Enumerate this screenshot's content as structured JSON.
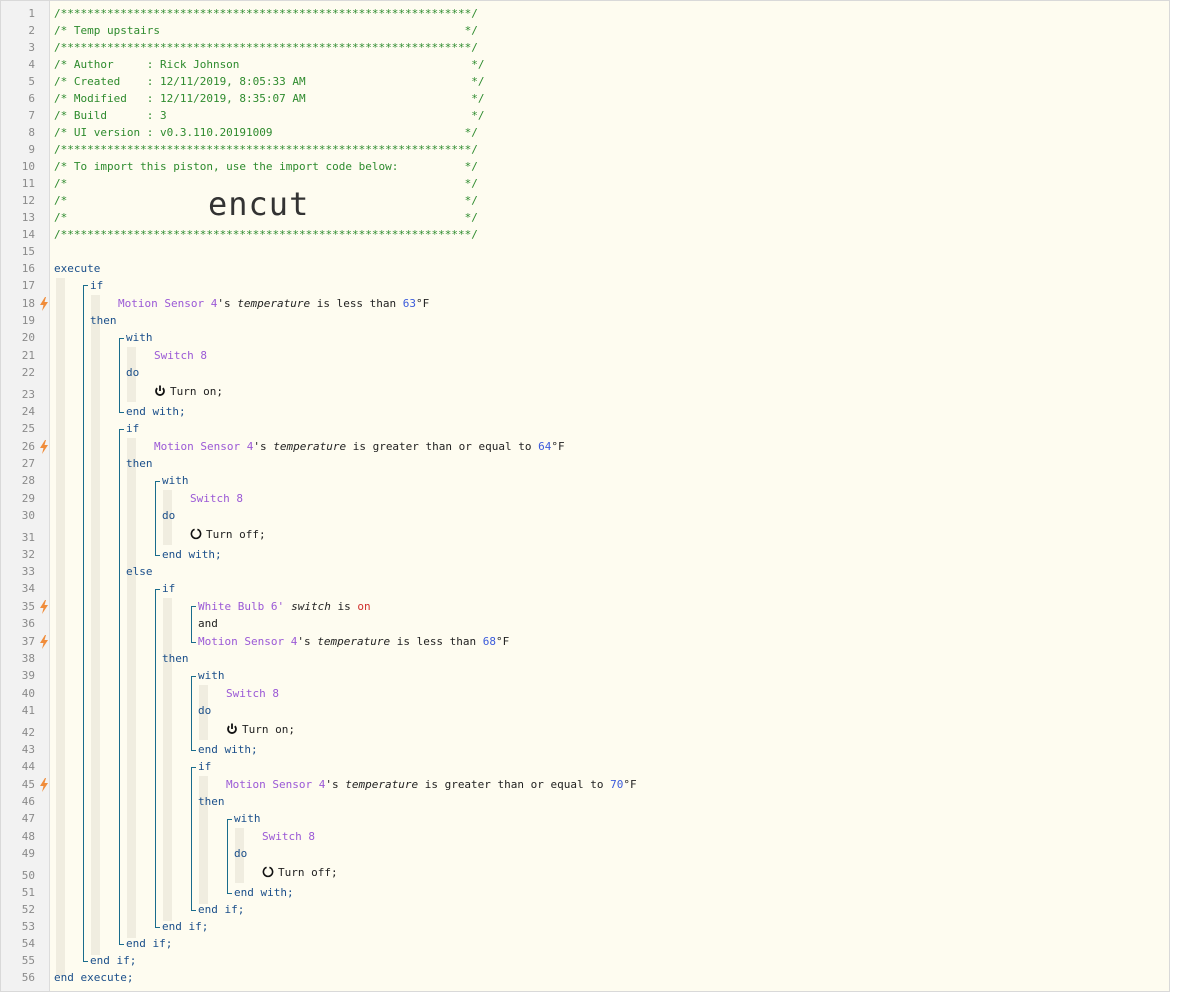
{
  "header": {
    "l1": "/**************************************************************/",
    "l2": "/* Temp upstairs                                              */",
    "l3": "/**************************************************************/",
    "l4": "/* Author     : Rick Johnson                                   */",
    "l5": "/* Created    : 12/11/2019, 8:05:33 AM                         */",
    "l6": "/* Modified   : 12/11/2019, 8:35:07 AM                         */",
    "l7": "/* Build      : 3                                              */",
    "l8": "/* UI version : v0.3.110.20191009                             */",
    "l9": "/**************************************************************/",
    "l10": "/* To import this piston, use the import code below:          */",
    "l11": "/*                                                            */",
    "l12": "/*                                                            */",
    "l13": "/*                                                            */",
    "l14": "/**************************************************************/",
    "import_code": "encut"
  },
  "kw": {
    "execute": "execute",
    "if": "if",
    "then": "then",
    "with": "with",
    "do": "do",
    "end_with": "end with;",
    "else": "else",
    "and": "and",
    "end_if": "end if;",
    "end_execute": "end execute;"
  },
  "devices": {
    "motion": "Motion Sensor 4",
    "switch": "Switch 8",
    "bulb": "White Bulb 6'"
  },
  "attrs": {
    "possessive": "'s ",
    "temperature": "temperature",
    "switch": "switch"
  },
  "ops": {
    "lt": " is less than ",
    "gte": " is greater than or equal to ",
    "is": " is "
  },
  "values": {
    "v63": "63",
    "v64": "64",
    "v68": "68",
    "v70": "70",
    "unit": "°F",
    "on": "on"
  },
  "actions": {
    "turn_on": "Turn on;",
    "turn_off": "Turn off;"
  },
  "line_numbers": [
    "1",
    "2",
    "3",
    "4",
    "5",
    "6",
    "7",
    "8",
    "9",
    "10",
    "11",
    "12",
    "13",
    "14",
    "15",
    "16",
    "17",
    "18",
    "19",
    "20",
    "21",
    "22",
    "23",
    "24",
    "25",
    "26",
    "27",
    "28",
    "29",
    "30",
    "31",
    "32",
    "33",
    "34",
    "35",
    "36",
    "37",
    "38",
    "39",
    "40",
    "41",
    "42",
    "43",
    "44",
    "45",
    "46",
    "47",
    "48",
    "49",
    "50",
    "51",
    "52",
    "53",
    "54",
    "55",
    "56"
  ],
  "trigger_lines": [
    18,
    26,
    35,
    37,
    45
  ],
  "colors": {
    "background": "#fefcf0",
    "comment": "#2e8b2e",
    "keyword": "#1b4f8a",
    "device": "#9b59d6",
    "number": "#3b5bdb",
    "trigger_bolt": "#f08c3a"
  },
  "icons": {
    "trigger": "lightning-bolt-icon",
    "power_on": "power-icon",
    "power_off": "power-off-icon"
  }
}
